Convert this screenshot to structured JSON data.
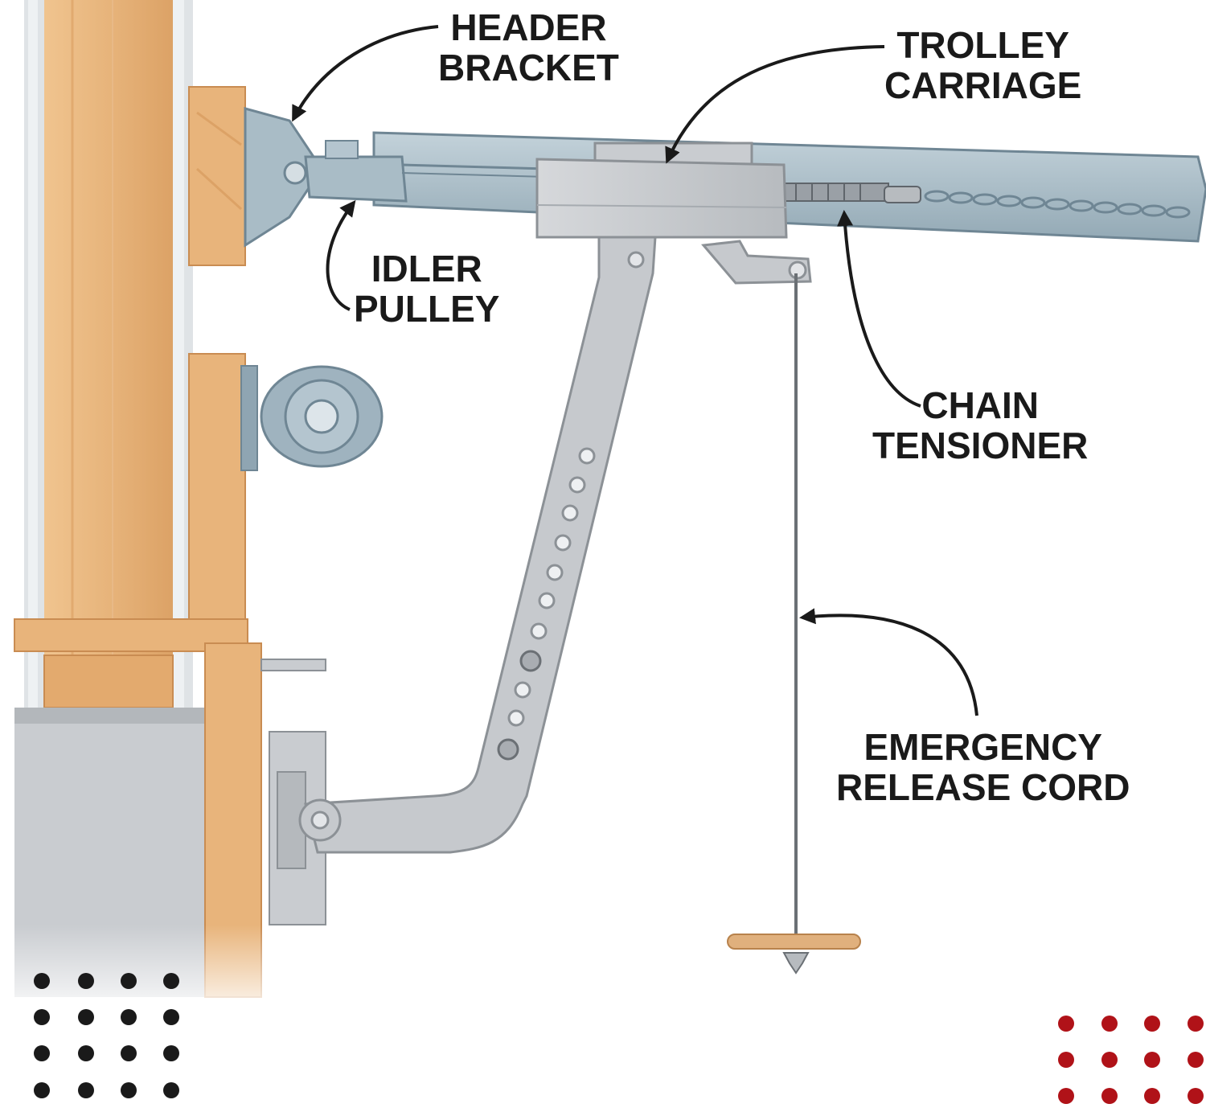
{
  "labels": {
    "header_bracket": [
      "HEADER",
      "BRACKET"
    ],
    "trolley_carriage": [
      "TROLLEY",
      "CARRIAGE"
    ],
    "idler_pulley": [
      "IDLER",
      "PULLEY"
    ],
    "chain_tensioner": [
      "CHAIN",
      "TENSIONER"
    ],
    "emergency_release_cord": [
      "EMERGENCY",
      "RELEASE CORD"
    ]
  },
  "colors": {
    "wood": "#e9b57d",
    "wood_dark": "#d99d60",
    "rail": "#a9bcc6",
    "rail_dark": "#7f96a3",
    "steel": "#c9ccd0",
    "steel_dark": "#8c9196",
    "dots_black": "#1a1a1a",
    "dots_red": "#b01218"
  }
}
